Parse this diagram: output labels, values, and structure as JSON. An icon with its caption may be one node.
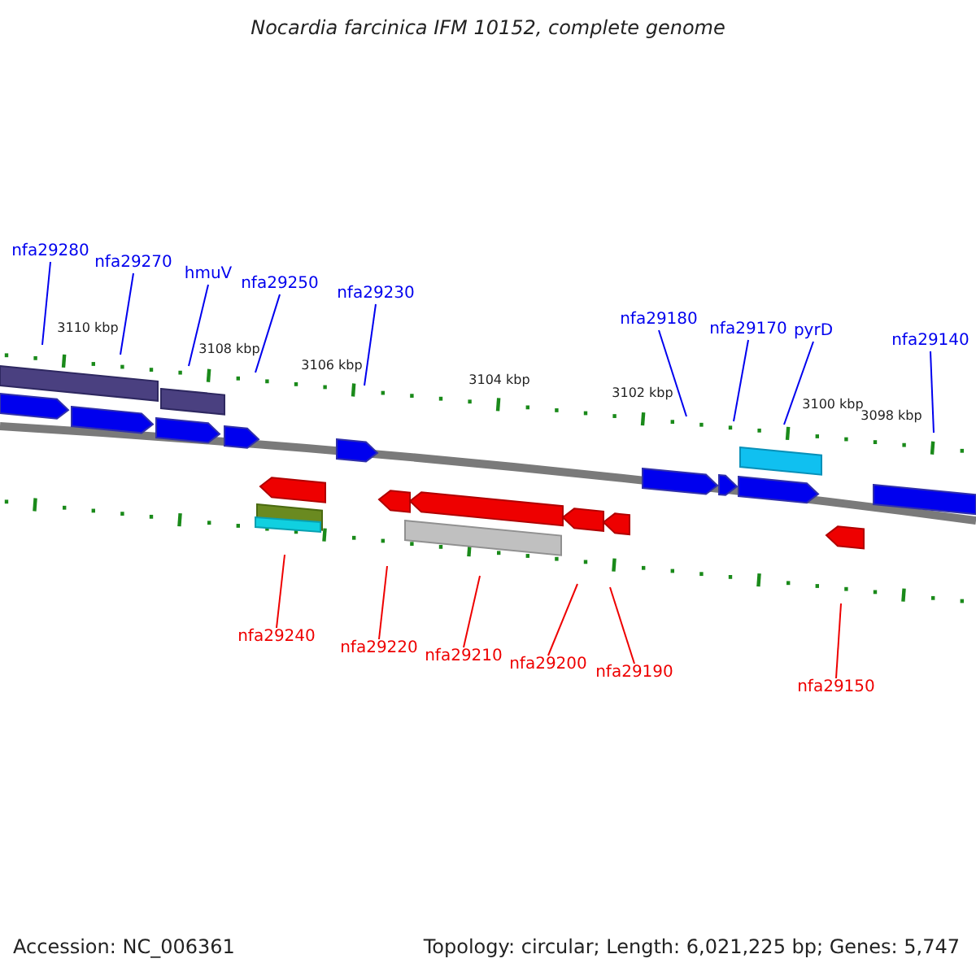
{
  "diagram": {
    "title": "Nocardia farcinica IFM 10152, complete genome",
    "nodes": [
      {
        "text": [
          "nfa29280"
        ]
      },
      {
        "text": [
          "nfa29270"
        ]
      },
      {
        "text": [
          "hmuV"
        ]
      },
      {
        "text": [
          "nfa29250"
        ]
      },
      {
        "text": [
          "nfa29230"
        ]
      },
      {
        "text": [
          "nfa29180"
        ]
      },
      {
        "text": [
          "nfa29170"
        ]
      },
      {
        "text": [
          "pyrD"
        ]
      },
      {
        "text": [
          "nfa29140"
        ]
      },
      {
        "text": [
          "nfa29240"
        ]
      },
      {
        "text": [
          "nfa29220"
        ]
      },
      {
        "text": [
          "nfa29210"
        ]
      },
      {
        "text": [
          "nfa29200"
        ]
      },
      {
        "text": [
          "nfa29190"
        ]
      },
      {
        "text": [
          "nfa29150"
        ]
      }
    ],
    "edges": [
      {
        "from": 0,
        "to": null,
        "arrow": "none"
      },
      {
        "from": 1,
        "to": null,
        "arrow": "none"
      },
      {
        "from": 2,
        "to": null,
        "arrow": "none"
      },
      {
        "from": 3,
        "to": null,
        "arrow": "none"
      },
      {
        "from": 4,
        "to": null,
        "arrow": "none"
      },
      {
        "from": 5,
        "to": null,
        "arrow": "none"
      },
      {
        "from": 6,
        "to": null,
        "arrow": "none"
      },
      {
        "from": 7,
        "to": null,
        "arrow": "none"
      },
      {
        "from": 8,
        "to": null,
        "arrow": "none"
      },
      {
        "from": 9,
        "to": null,
        "arrow": "none",
        "color": "#ee0000"
      },
      {
        "from": 10,
        "to": null,
        "arrow": "none",
        "color": "#ee0000"
      },
      {
        "from": 11,
        "to": null,
        "arrow": "none",
        "color": "#ee0000"
      },
      {
        "from": 12,
        "to": null,
        "arrow": "none",
        "color": "#ee0000"
      },
      {
        "from": 13,
        "to": null,
        "arrow": "none",
        "color": "#ee0000"
      },
      {
        "from": 14,
        "to": null,
        "arrow": "none",
        "color": "#ee0000"
      }
    ],
    "labels": [
      "3110 kbp",
      "3108 kbp",
      "3106 kbp",
      "3104 kbp",
      "3102 kbp",
      "3100 kbp",
      "3098 kbp",
      "Accession: NC_006361",
      "Topology: circular; Length: 6,021,225 bp; Genes: 5,747"
    ]
  }
}
